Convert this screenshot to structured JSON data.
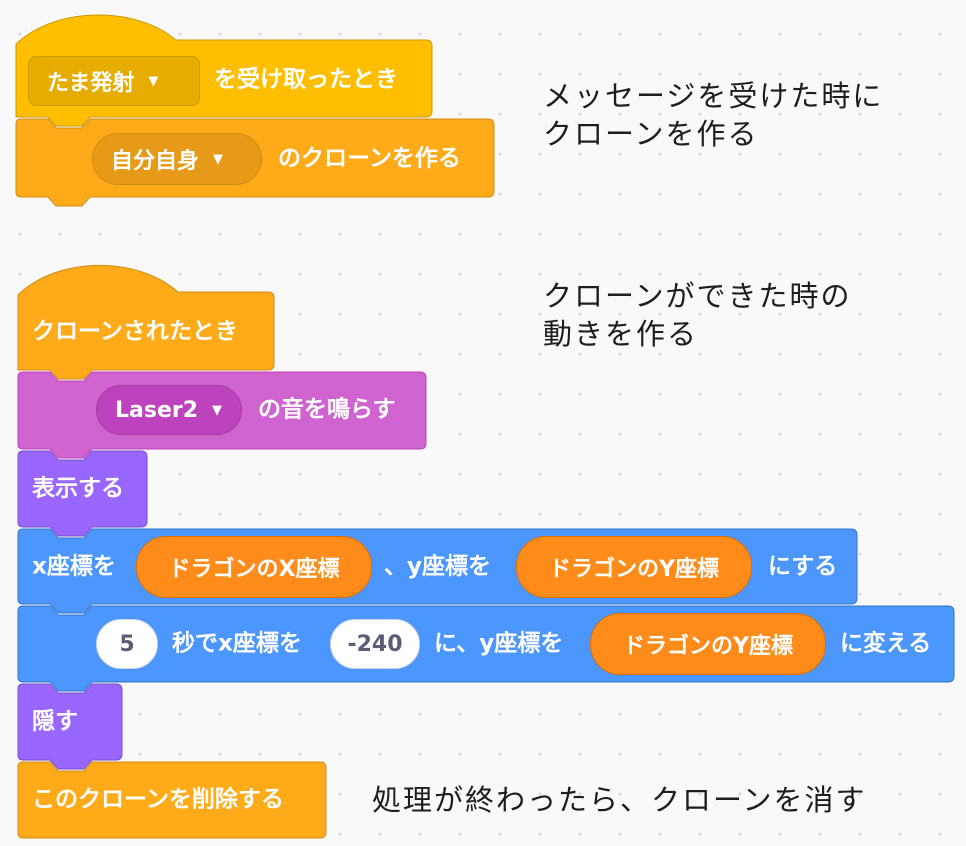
{
  "script1": {
    "hat": {
      "dropdown": "たま発射",
      "text": "を受け取ったとき"
    },
    "clone": {
      "dropdown": "自分自身",
      "text": "のクローンを作る"
    },
    "note_line1": "メッセージを受けた時に",
    "note_line2": "クローンを作る"
  },
  "script2": {
    "hat": {
      "text": "クローンされたとき"
    },
    "sound": {
      "dropdown": "Laser2",
      "text": "の音を鳴らす"
    },
    "show": {
      "text": "表示する"
    },
    "goto": {
      "x_label": "x座標を",
      "x_reporter": "ドラゴンのX座標",
      "y_label": "、y座標を",
      "y_reporter": "ドラゴンのY座標",
      "suffix": "にする"
    },
    "glide": {
      "seconds": "5",
      "secs_label": "秒でx座標を",
      "x_value": "-240",
      "y_label": "に、y座標を",
      "y_reporter": "ドラゴンのY座標",
      "suffix": "に変える"
    },
    "hide": {
      "text": "隠す"
    },
    "delete": {
      "text": "このクローンを削除する"
    },
    "note1_line1": "クローンができた時の",
    "note1_line2": "動きを作る",
    "note2": "処理が終わったら、クローンを消す"
  },
  "colors": {
    "events": "#ffbf00",
    "control": "#ffab19",
    "sound": "#cf63cf",
    "looks": "#9966ff",
    "motion": "#4c97ff",
    "sensing": "#ff8c1a",
    "canvas": "#f9f9f9"
  },
  "icons": {
    "dropdown": "caret-down-icon"
  }
}
